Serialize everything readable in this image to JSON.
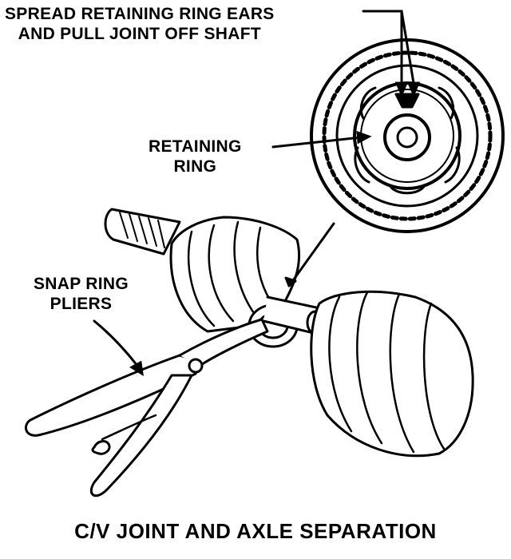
{
  "labels": {
    "spread_line1": "SPREAD RETAINING RING EARS",
    "spread_line2": "AND PULL JOINT OFF SHAFT",
    "retaining_line1": "RETAINING",
    "retaining_line2": "RING",
    "snap_line1": "SNAP RING",
    "snap_line2": "PLIERS"
  },
  "caption": "C/V JOINT AND AXLE SEPARATION"
}
